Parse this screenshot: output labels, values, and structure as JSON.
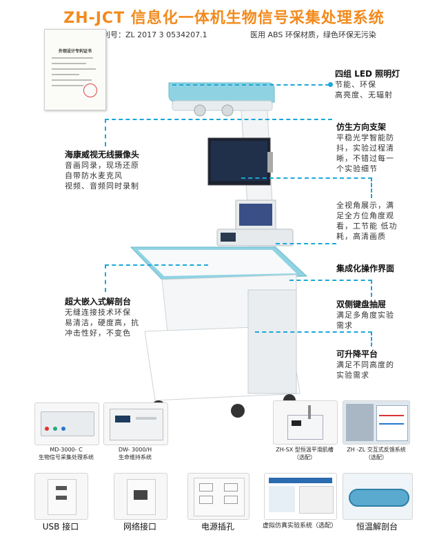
{
  "header": {
    "title": "ZH-JCT 信息化一体机生物信号采集处理系统",
    "patent": "专利号：ZL 2017 3 0534207.1",
    "material": "医用 ABS 环保材质，绿色环保无污染"
  },
  "certificate": {
    "heading": "外观设计专利证书"
  },
  "features": {
    "led": {
      "title": "四组 LED 照明灯",
      "lines": [
        "节能、环保",
        "高亮度、无辐射"
      ]
    },
    "bionic": {
      "title": "仿生方向支架",
      "lines": [
        "平稳光学智能防",
        "抖，实验过程清",
        "晰，不错过每一",
        "个实验细节"
      ]
    },
    "camera": {
      "title": "海康威视无线摄像头",
      "lines": [
        "音画同录，现场还原",
        "自带防水麦克风",
        "视频、音频同时录制"
      ]
    },
    "display": {
      "lines": [
        "全视角展示，满",
        "足全方位角度观",
        "看，工节能 低功",
        "耗，高清画质"
      ]
    },
    "ui": {
      "title": "集成化操作界面"
    },
    "dissect": {
      "title": "超大嵌入式解剖台",
      "lines": [
        "无缝连接技术环保",
        "易清洁，硬度高，抗",
        "冲击性好，不变色"
      ]
    },
    "keyboard": {
      "title": "双侧键盘抽屉",
      "lines": [
        "满足多角度实验",
        "需求"
      ]
    },
    "lift": {
      "title": "可升降平台",
      "lines": [
        "满足不同高度的",
        "实验需求"
      ]
    }
  },
  "accessories": [
    {
      "line1": "MD-3000- C",
      "line2": "生物信号采集处理系统"
    },
    {
      "line1": "DW- 3000/H",
      "line2": "生命维持系统"
    },
    {
      "line1": "ZH-SX 型恒温平滑肌槽",
      "line2": "（选配）"
    },
    {
      "line1": "ZH -ZL 交互式反馈系统",
      "line2": "（选配）"
    }
  ],
  "bottom": [
    {
      "label": "USB 接口"
    },
    {
      "label": "网络接口"
    },
    {
      "label": "电源插孔"
    },
    {
      "label": "虚拟仿真实验系统（选配）"
    },
    {
      "label": "恒温解剖台"
    }
  ],
  "colors": {
    "accent": "#1aa7d6",
    "title": "#f28a1c",
    "machine": "#8fd3e3"
  }
}
